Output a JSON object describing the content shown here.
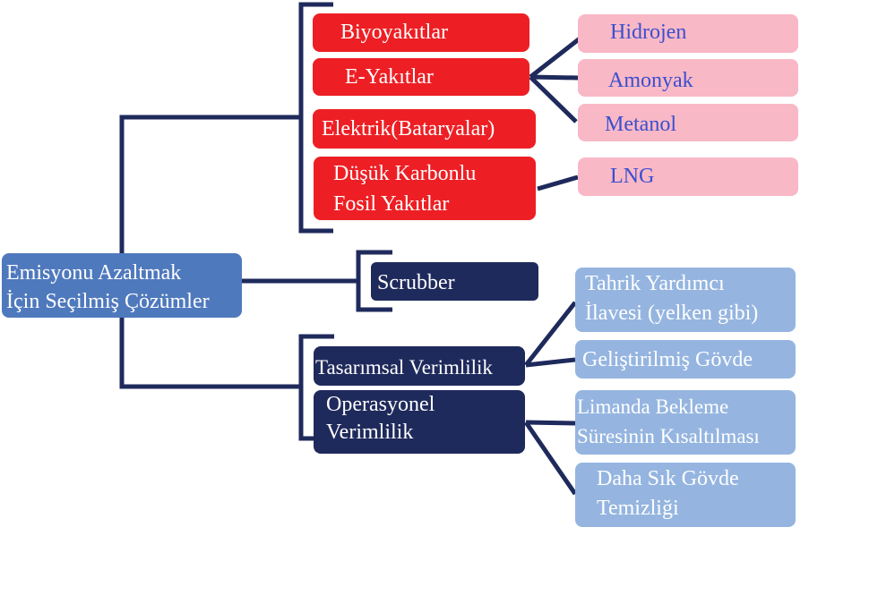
{
  "diagram": {
    "root": {
      "label_line1": "Emisyonu Azaltmak",
      "label_line2": "İçin Seçilmiş Çözümler"
    },
    "fuels": {
      "items": [
        {
          "label": "Biyoyakıtlar"
        },
        {
          "label": "E-Yakıtlar",
          "children": [
            "Hidrojen",
            "Amonyak",
            "Metanol"
          ]
        },
        {
          "label": "Elektrik(Bataryalar)"
        },
        {
          "label_line1": "Düşük Karbonlu",
          "label_line2": "Fosil Yakıtlar",
          "children": [
            "LNG"
          ]
        }
      ]
    },
    "scrubber": {
      "label": "Scrubber"
    },
    "efficiency": {
      "design": {
        "label": "Tasarımsal Verimlilik",
        "children": [
          {
            "label_line1": "Tahrik Yardımcı",
            "label_line2": "İlavesi (yelken gibi)"
          },
          {
            "label": "Geliştirilmiş Gövde"
          }
        ]
      },
      "operational": {
        "label_line1": "Operasyonel",
        "label_line2": "Verimlilik",
        "children": [
          {
            "label_line1": "Limanda Bekleme",
            "label_line2": "Süresinin Kısaltılması"
          },
          {
            "label_line1": "Daha Sık Gövde",
            "label_line2": "Temizliği"
          }
        ]
      }
    },
    "colors": {
      "root": "#4f79bd",
      "fuel": "#ed1f24",
      "fuel_child": "#f8b8c6",
      "fuel_child_text": "#3a4fcf",
      "navy": "#1f2a5c",
      "efficiency_child": "#95b5e0",
      "connector": "#1f2a5c"
    }
  }
}
